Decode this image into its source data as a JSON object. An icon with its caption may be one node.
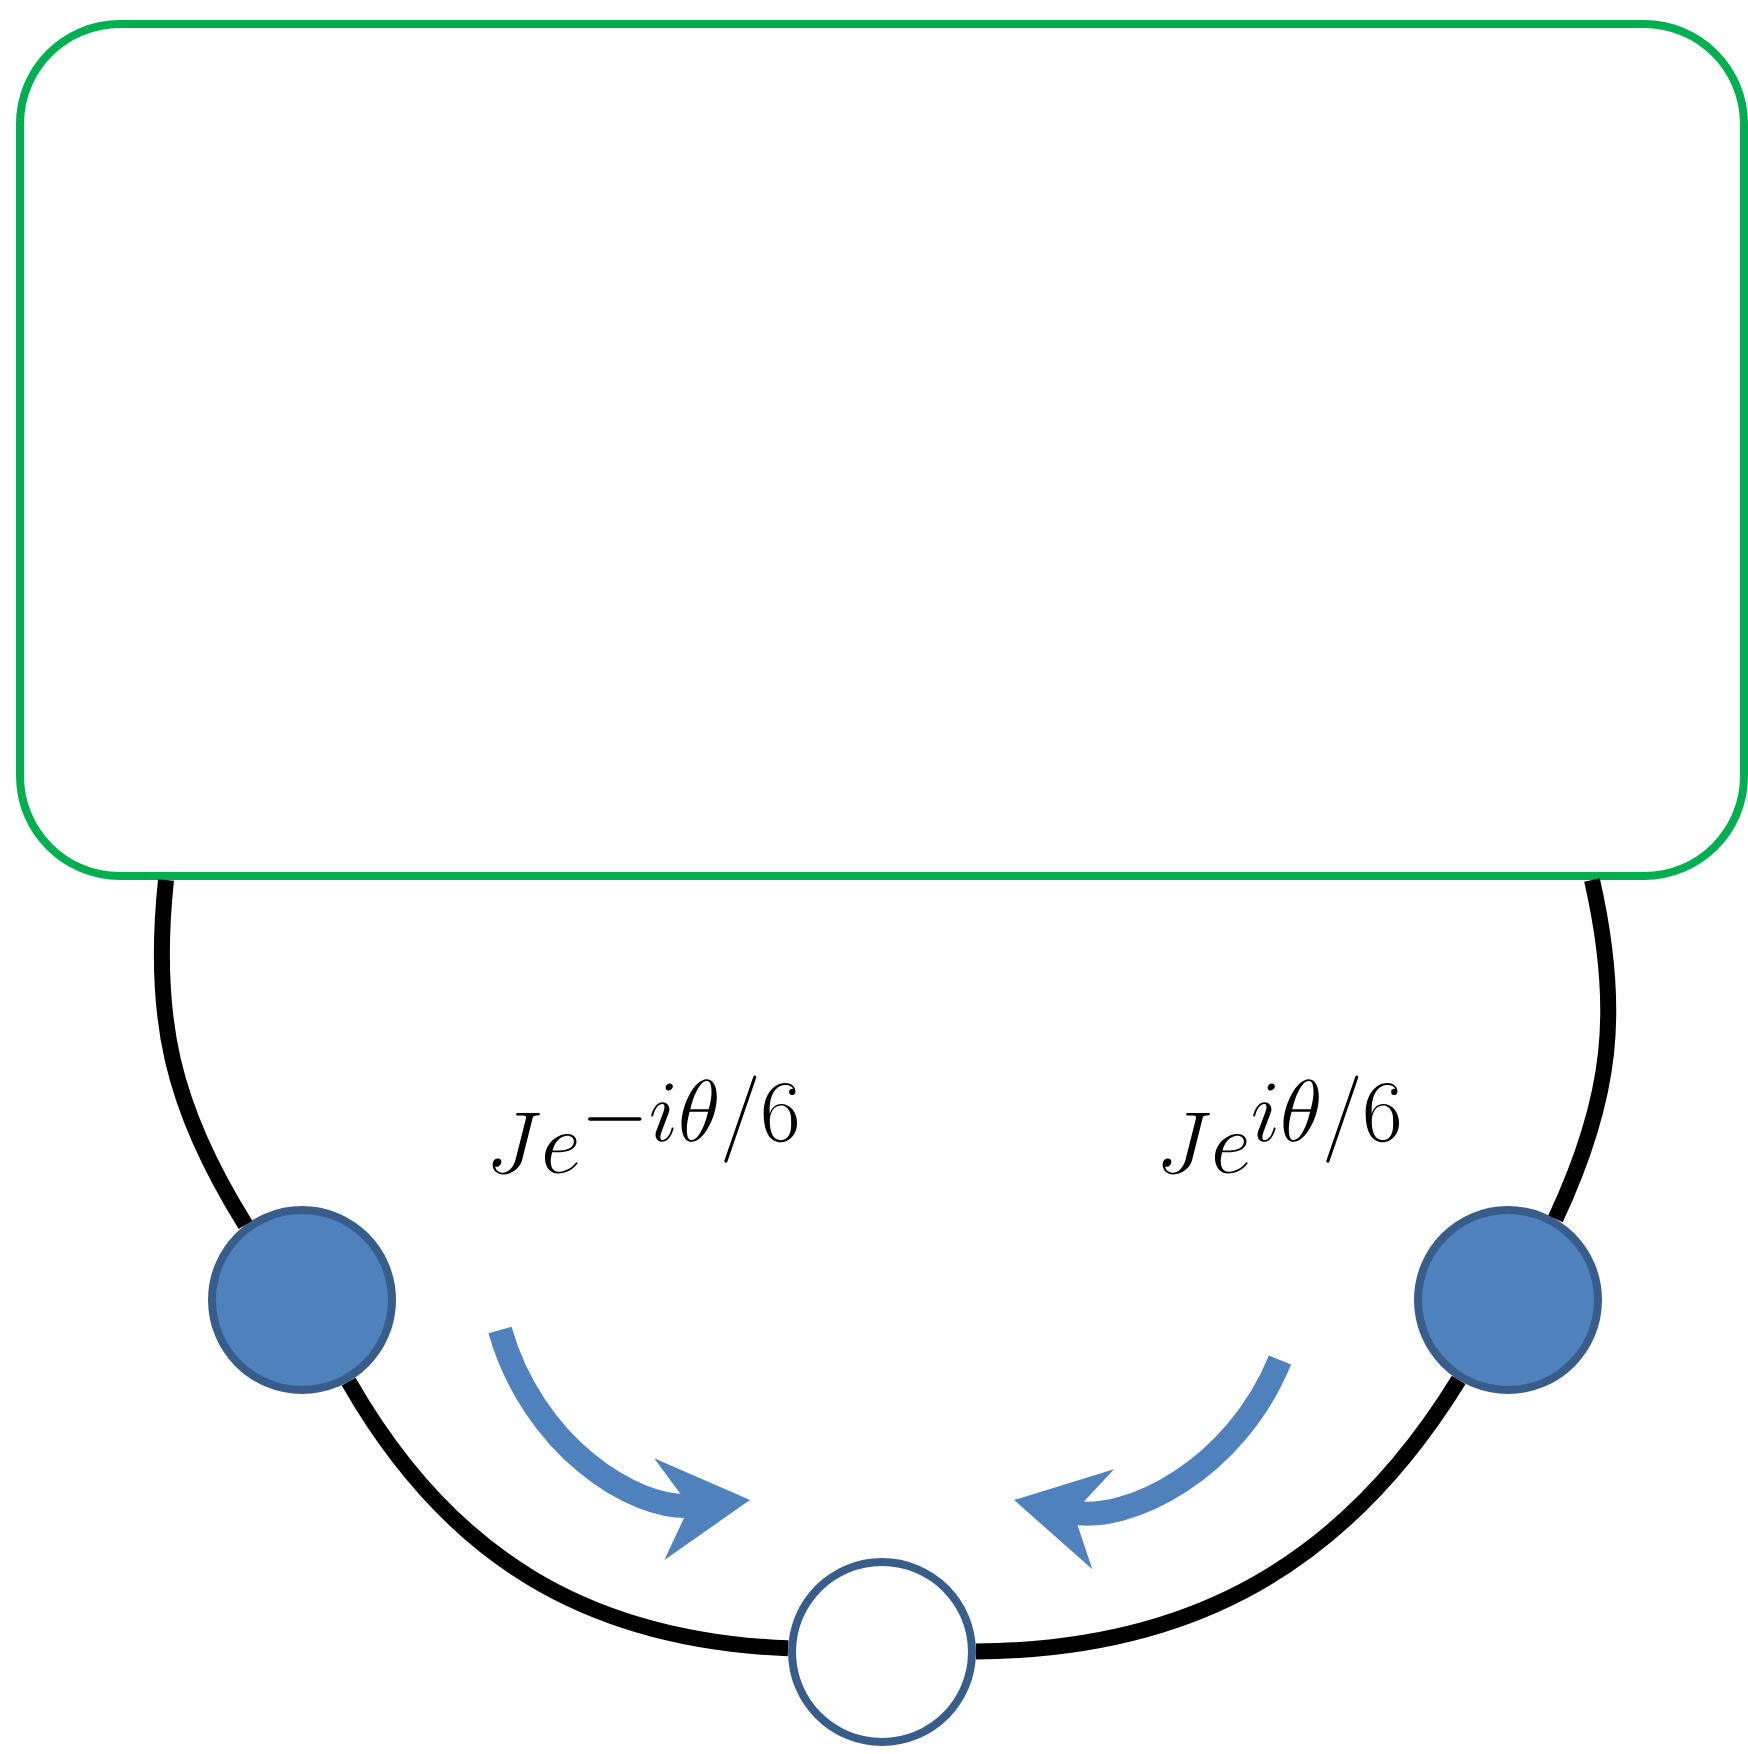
{
  "diagram": {
    "nodes": [
      {
        "text": [],
        "shape": "box"
      },
      {
        "text": [],
        "shape": "circle"
      },
      {
        "text": [],
        "shape": "circle"
      },
      {
        "text": [],
        "shape": "circle"
      }
    ],
    "edges": [
      {
        "from": 0,
        "to": 1,
        "arrow": "none"
      },
      {
        "from": 1,
        "to": 3,
        "arrow": "none"
      },
      {
        "from": 3,
        "to": 2,
        "arrow": "none"
      },
      {
        "from": 2,
        "to": 0,
        "arrow": "none"
      }
    ],
    "labels": [
      "Je^{-i\\theta/6}",
      "Je^{i\\theta/6}"
    ]
  }
}
